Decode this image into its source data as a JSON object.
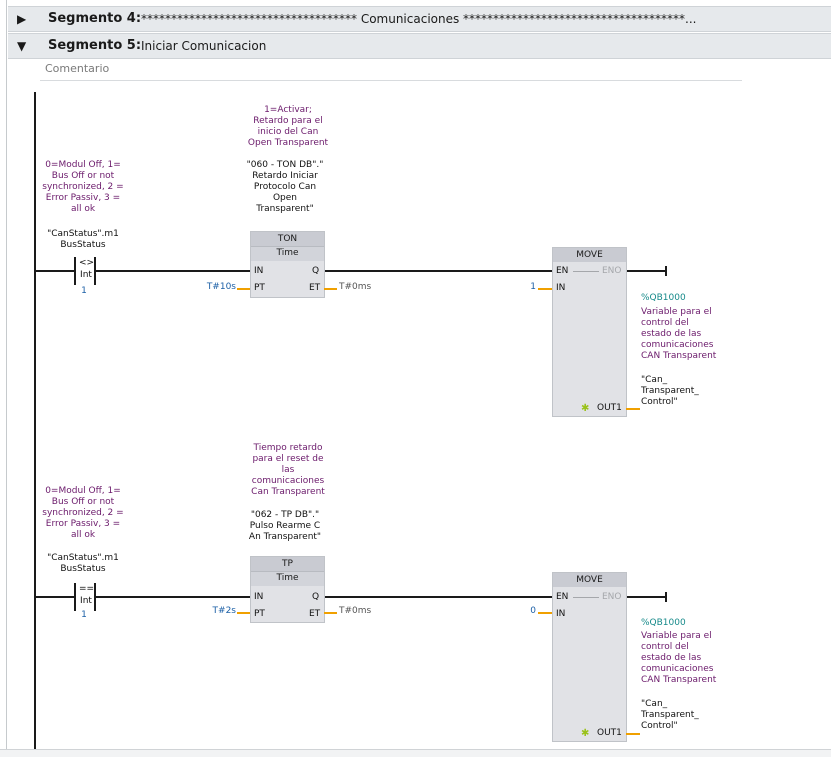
{
  "segments": [
    {
      "label": "Segmento 4:",
      "text": "************************************ Comunicaciones *************************************...",
      "expanded": false
    },
    {
      "label": "Segmento 5:",
      "text": "Iniciar Comunicacion",
      "expanded": true
    }
  ],
  "comment": {
    "placeholder": "Comentario"
  },
  "rungs": [
    {
      "contact": {
        "note": [
          "0=Modul Off, 1=",
          "Bus Off or not",
          "synchronized, 2 =",
          "Error Passiv, 3 =",
          "all ok"
        ],
        "tag": [
          "\"CanStatus\".m1",
          "BusStatus"
        ],
        "op": "<>",
        "type": "Int",
        "value": "1"
      },
      "timer": {
        "note": [
          "1=Activar;",
          "Retardo para el",
          "inicio del Can",
          "Open Transparent"
        ],
        "instance": [
          "\"060 - TON DB\".\"",
          "Retardo Iniciar",
          "Protocolo Can",
          "Open",
          "Transparent\""
        ],
        "type": "TON",
        "sub": "Time",
        "pin_in": "IN",
        "pin_q": "Q",
        "pin_pt": "PT",
        "pin_et": "ET",
        "pt": "T#10s",
        "et": "T#0ms"
      },
      "move": {
        "title": "MOVE",
        "en": "EN",
        "eno": "ENO",
        "in_label": "IN",
        "out_label": "OUT1",
        "in_value": "1",
        "addr": "%QB1000",
        "desc": [
          "Variable para el",
          "control del",
          "estado de las",
          "comunicaciones",
          "CAN Transparent"
        ],
        "tag": [
          "\"Can_",
          "Transparent_",
          "Control\""
        ]
      }
    },
    {
      "contact": {
        "note": [
          "0=Modul Off, 1=",
          "Bus Off or not",
          "synchronized, 2 =",
          "Error Passiv, 3 =",
          "all ok"
        ],
        "tag": [
          "\"CanStatus\".m1",
          "BusStatus"
        ],
        "op": "==",
        "type": "Int",
        "value": "1"
      },
      "timer": {
        "note": [
          "Tiempo retardo",
          "para el reset de",
          "las",
          "comunicaciones",
          "Can Transparent"
        ],
        "instance": [
          "\"062 - TP DB\".\"",
          "Pulso Rearme C",
          "An Transparent\""
        ],
        "type": "TP",
        "sub": "Time",
        "pin_in": "IN",
        "pin_q": "Q",
        "pin_pt": "PT",
        "pin_et": "ET",
        "pt": "T#2s",
        "et": "T#0ms"
      },
      "move": {
        "title": "MOVE",
        "en": "EN",
        "eno": "ENO",
        "in_label": "IN",
        "out_label": "OUT1",
        "in_value": "0",
        "addr": "%QB1000",
        "desc": [
          "Variable para el",
          "control del",
          "estado de las",
          "comunicaciones",
          "CAN Transparent"
        ],
        "tag": [
          "\"Can_",
          "Transparent_",
          "Control\""
        ]
      }
    }
  ]
}
